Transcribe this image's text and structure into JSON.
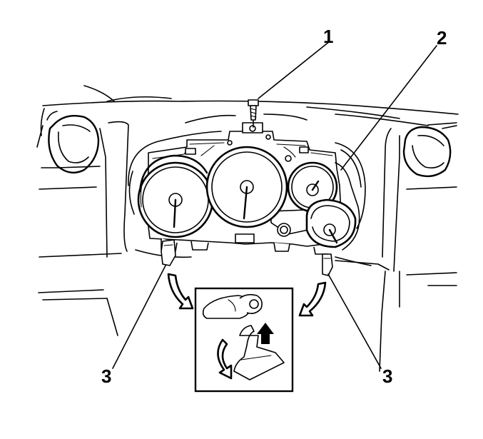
{
  "callouts": {
    "screw": "1",
    "cluster": "2",
    "clip_left": "3",
    "clip_right": "3"
  },
  "icons": {
    "arrow_left": "curved-arrow-icon",
    "arrow_right": "curved-arrow-icon",
    "detail_up": "up-arrow-icon",
    "detail_rotate": "curved-arrow-icon"
  }
}
